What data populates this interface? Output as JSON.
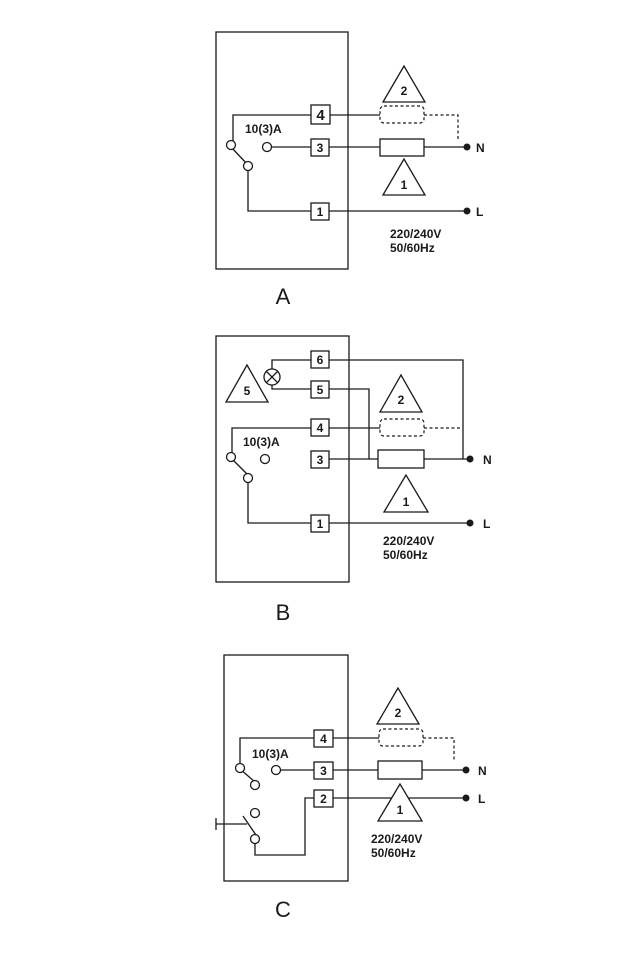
{
  "diagram_A": {
    "caption": "A",
    "terminals": [
      "4",
      "3",
      "1"
    ],
    "rating": "10(3)A",
    "loads": [
      "2",
      "1"
    ],
    "line_labels": [
      "N",
      "L"
    ],
    "supply_voltage": "220/240V",
    "supply_frequency": "50/60Hz"
  },
  "diagram_B": {
    "caption": "B",
    "terminals": [
      "6",
      "5",
      "4",
      "3",
      "1"
    ],
    "rating": "10(3)A",
    "indicator_label": "5",
    "loads": [
      "2",
      "1"
    ],
    "line_labels": [
      "N",
      "L"
    ],
    "supply_voltage": "220/240V",
    "supply_frequency": "50/60Hz"
  },
  "diagram_C": {
    "caption": "C",
    "terminals": [
      "4",
      "3",
      "2"
    ],
    "rating": "10(3)A",
    "loads": [
      "2",
      "1"
    ],
    "line_labels": [
      "N",
      "L"
    ],
    "supply_voltage": "220/240V",
    "supply_frequency": "50/60Hz"
  }
}
